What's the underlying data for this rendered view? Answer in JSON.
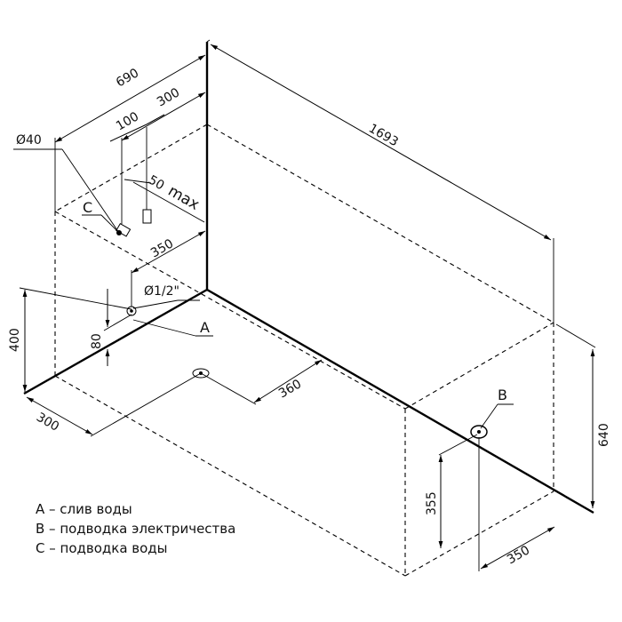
{
  "dimensions": {
    "d690": "690",
    "d300_top": "300",
    "d100": "100",
    "d50": "50",
    "max": "max",
    "d1693": "1693",
    "diam40": "Ø40",
    "d350_top": "350",
    "half_inch": "Ø1/2\"",
    "d80": "80",
    "d400": "400",
    "d300_bottom": "300",
    "d360": "360",
    "d640": "640",
    "d355": "355",
    "d350_bottom": "350"
  },
  "markers": {
    "a": "A",
    "b": "B",
    "c": "C"
  },
  "legend": [
    "A – слив воды",
    "B – подводка электричества",
    "C – подводка воды"
  ]
}
